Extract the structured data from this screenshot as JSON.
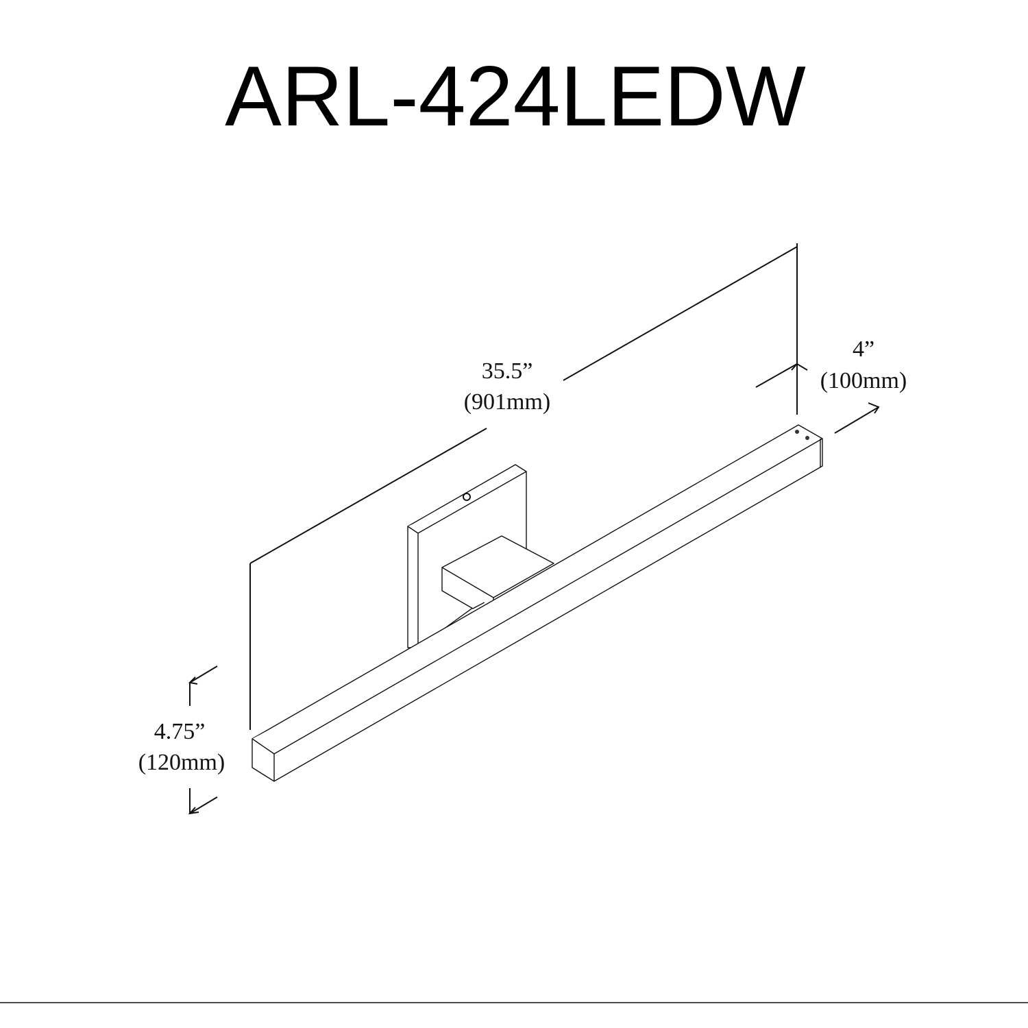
{
  "title": "ARL-424LEDW",
  "dimensions": {
    "width": {
      "inches": "35.5”",
      "mm": "(901mm)"
    },
    "depth": {
      "inches": "4”",
      "mm": "(100mm)"
    },
    "height": {
      "inches": "4.75”",
      "mm": "(120mm)"
    }
  }
}
